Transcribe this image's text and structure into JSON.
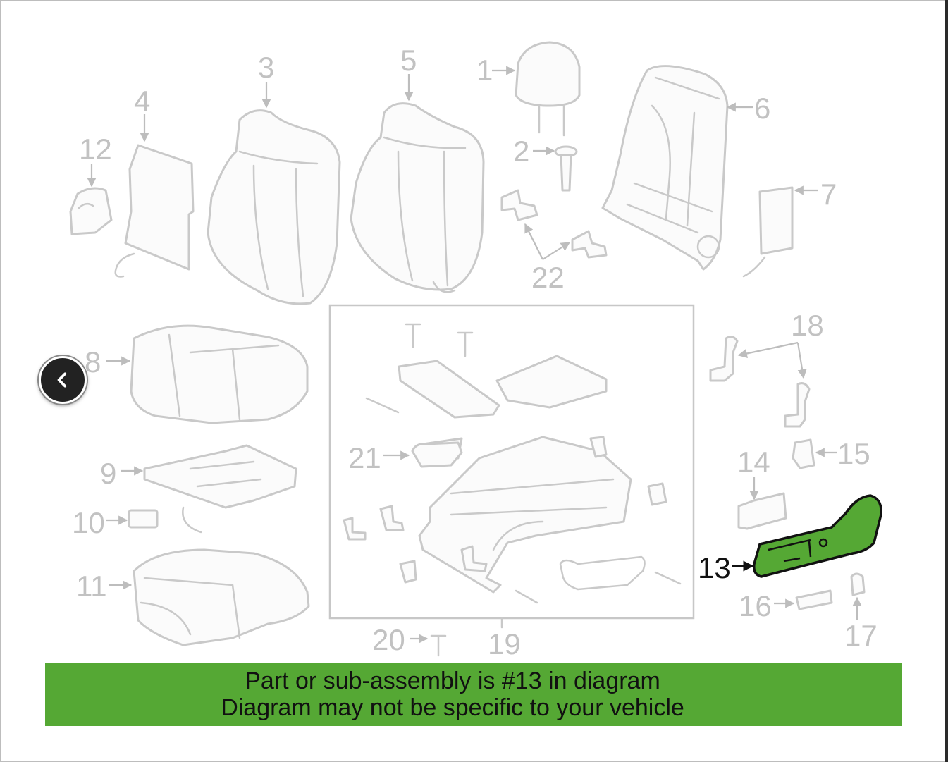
{
  "diagram": {
    "callouts": {
      "c1": "1",
      "c2": "2",
      "c3": "3",
      "c4": "4",
      "c5": "5",
      "c6": "6",
      "c7": "7",
      "c8": "8",
      "c9": "9",
      "c10": "10",
      "c11": "11",
      "c12": "12",
      "c13": "13",
      "c14": "14",
      "c15": "15",
      "c16": "16",
      "c17": "17",
      "c18": "18",
      "c19": "19",
      "c20": "20",
      "c21": "21",
      "c22": "22"
    },
    "highlighted_part": "13",
    "highlight_color": "#55a834"
  },
  "banner": {
    "line1": "Part or sub-assembly is #13 in diagram",
    "line2": "Diagram may not be specific to your vehicle",
    "color": "#55a834"
  },
  "nav": {
    "prev_icon": "chevron-left-icon"
  }
}
